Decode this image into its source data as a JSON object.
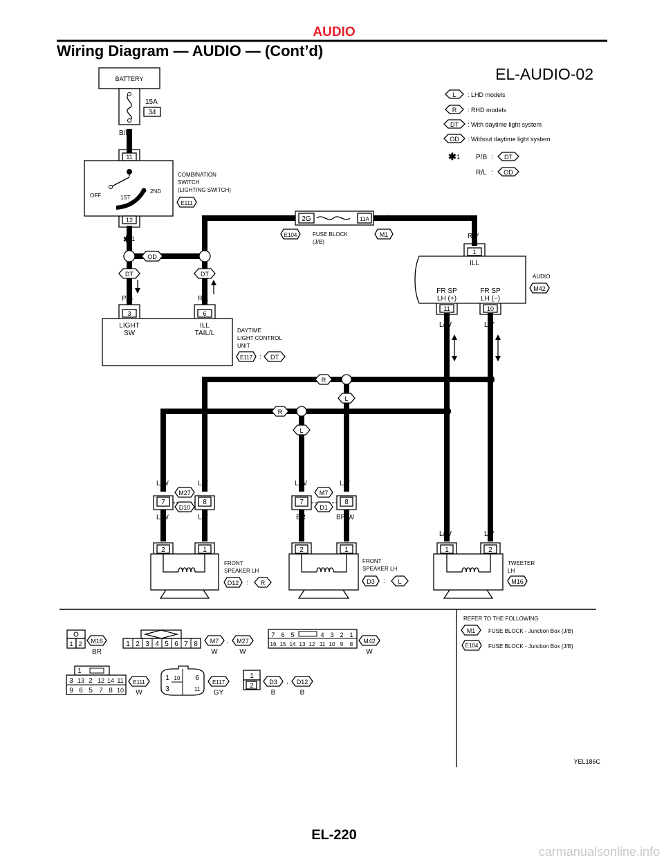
{
  "header": {
    "section": "AUDIO",
    "title": "Wiring Diagram — AUDIO — (Cont’d)",
    "diagram_id": "EL-AUDIO-02",
    "page_number": "EL-220",
    "figure_code": "YEL186C",
    "watermark": "carmanualsonline.info"
  },
  "legend": {
    "items": [
      {
        "tag": "L",
        "text": ": LHD models"
      },
      {
        "tag": "R",
        "text": ": RHD models"
      },
      {
        "tag": "DT",
        "text": ": With daytime light system"
      },
      {
        "tag": "OD",
        "text": ": Without daytime light system"
      }
    ],
    "star_note": {
      "marker": "1",
      "line1_color": "P/B",
      "line1_tag": "DT",
      "line2_color": "R/L",
      "line2_tag": "OD",
      "sep": ":"
    }
  },
  "battery": {
    "label": "BATTERY",
    "fuse_amp": "15A",
    "fuse_no": "34",
    "wire_out": "B/R"
  },
  "combination_switch": {
    "name_lines": [
      "COMBINATION",
      "SWITCH",
      "(LIGHTING SWITCH)"
    ],
    "connector": "E111",
    "pin_top": "11",
    "pin_bottom": "12",
    "pos_off": "OFF",
    "pos_1st": "1ST",
    "pos_2nd": "2ND"
  },
  "fuse_block": {
    "name_lines": [
      "FUSE BLOCK",
      "(J/B)"
    ],
    "left_conn": "E104",
    "right_conn": "M1",
    "left_term": "2G",
    "right_term": "11A",
    "wire_in": "R/L",
    "wire_out": "R/Y"
  },
  "star_marker": "1",
  "branch": {
    "od_tag": "OD",
    "dt_tag_left": "DT",
    "dt_tag_right": "DT",
    "wire_left": "P/B",
    "wire_right": "R/L"
  },
  "daytime_unit": {
    "name_lines": [
      "DAYTIME",
      "LIGHT CONTROL",
      "UNIT"
    ],
    "connector": "E117",
    "sep": ":",
    "tag": "DT",
    "pin_left": "3",
    "pin_right": "6",
    "pin_left_label": [
      "LIGHT",
      "SW"
    ],
    "pin_right_label": [
      "ILL",
      "TAIL/L"
    ]
  },
  "audio": {
    "name": "AUDIO",
    "connector": "M42",
    "wire_in": "R/Y",
    "pin_ill": "1",
    "pin_ill_label": "ILL",
    "pin_pos": "11",
    "pin_pos_label": [
      "FR SP",
      "LH (+)"
    ],
    "pin_neg": "10",
    "pin_neg_label": [
      "FR SP",
      "LH (−)"
    ],
    "wire_pos": "L/W",
    "wire_neg": "L/Y"
  },
  "model_tags": {
    "r_upper": "R",
    "l_upper": "L",
    "r_lower": "R",
    "l_lower": "L"
  },
  "joint_left": {
    "conn_top": "M27",
    "conn_bottom": "D10",
    "pin_a": "7",
    "pin_b": "8",
    "wire_a_top": "L/W",
    "wire_b_top": "L/Y",
    "wire_a_bottom": "L/W",
    "wire_b_bottom": "L/Y"
  },
  "joint_right": {
    "conn_top": "M7",
    "conn_bottom": "D1",
    "pin_a": "7",
    "pin_b": "8",
    "wire_a_top": "L/W",
    "wire_b_top": "L/Y",
    "wire_a_bottom": "BR",
    "wire_b_bottom": "BR/W"
  },
  "speaker_rhd": {
    "name_lines": [
      "FRONT",
      "SPEAKER LH"
    ],
    "connector": "D12",
    "sep": ":",
    "tag": "R",
    "pin_left": "2",
    "pin_right": "1"
  },
  "speaker_lhd": {
    "name_lines": [
      "FRONT",
      "SPEAKER LH"
    ],
    "connector": "D3",
    "sep": ":",
    "tag": "L",
    "pin_left": "2",
    "pin_right": "1"
  },
  "tweeter": {
    "name_lines": [
      "TWEETER",
      "LH"
    ],
    "connector": "M16",
    "pin_left": "1",
    "pin_right": "2",
    "wire_left": "L/W",
    "wire_right": "L/Y"
  },
  "refer": {
    "heading": "REFER TO THE FOLLOWING",
    "items": [
      {
        "conn": "M1",
        "text": "FUSE BLOCK - Junction Box (J/B)"
      },
      {
        "conn": "E104",
        "text": "FUSE BLOCK - Junction Box (J/B)"
      }
    ]
  },
  "connector_faces": {
    "m16": {
      "conn": "M16",
      "color": "BR",
      "pins": [
        "1",
        "2"
      ]
    },
    "m7_m27": {
      "conns": [
        "M7",
        "M27"
      ],
      "colors": [
        "W",
        "W"
      ],
      "sep": ",",
      "pins": [
        "1",
        "2",
        "3",
        "4",
        "5",
        "6",
        "7",
        "8"
      ]
    },
    "m42": {
      "conn": "M42",
      "color": "W",
      "row1": [
        "7",
        "6",
        "5",
        "4",
        "3",
        "2",
        "1"
      ],
      "row2": [
        "16",
        "15",
        "14",
        "13",
        "12",
        "11",
        "10",
        "9",
        "8"
      ]
    },
    "e111": {
      "conn": "E111",
      "color": "W",
      "row0": [
        "1"
      ],
      "row1": [
        "3",
        "13",
        "2",
        "12",
        "14",
        "11"
      ],
      "row2": [
        "9",
        "6",
        "5",
        "7",
        "8",
        "10"
      ]
    },
    "e117": {
      "conn": "E117",
      "color": "GY",
      "pins": [
        "1",
        "10",
        "6",
        "3",
        "11"
      ]
    },
    "d3_d12": {
      "conns": [
        "D3",
        "D12"
      ],
      "colors": [
        "B",
        "B"
      ],
      "sep": ",",
      "pins": [
        "1",
        "2"
      ]
    }
  }
}
